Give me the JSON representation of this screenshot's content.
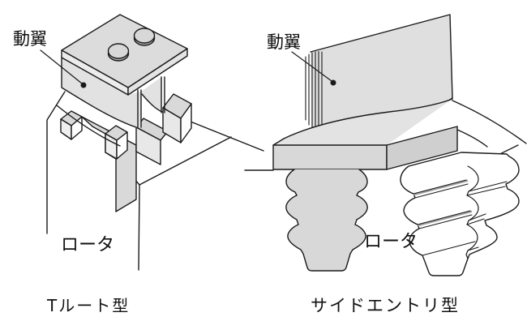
{
  "figure": {
    "left": {
      "blade_label": "動翼",
      "rotor_label": "ロータ",
      "caption": "Tルート型"
    },
    "right": {
      "blade_label": "動翼",
      "rotor_label": "ロータ",
      "caption": "サイドエントリ型"
    },
    "colors": {
      "line": "#1a1a1a",
      "fill_light": "#dcdcdc",
      "fill_mid": "#d0d0d0",
      "background": "#ffffff"
    }
  }
}
